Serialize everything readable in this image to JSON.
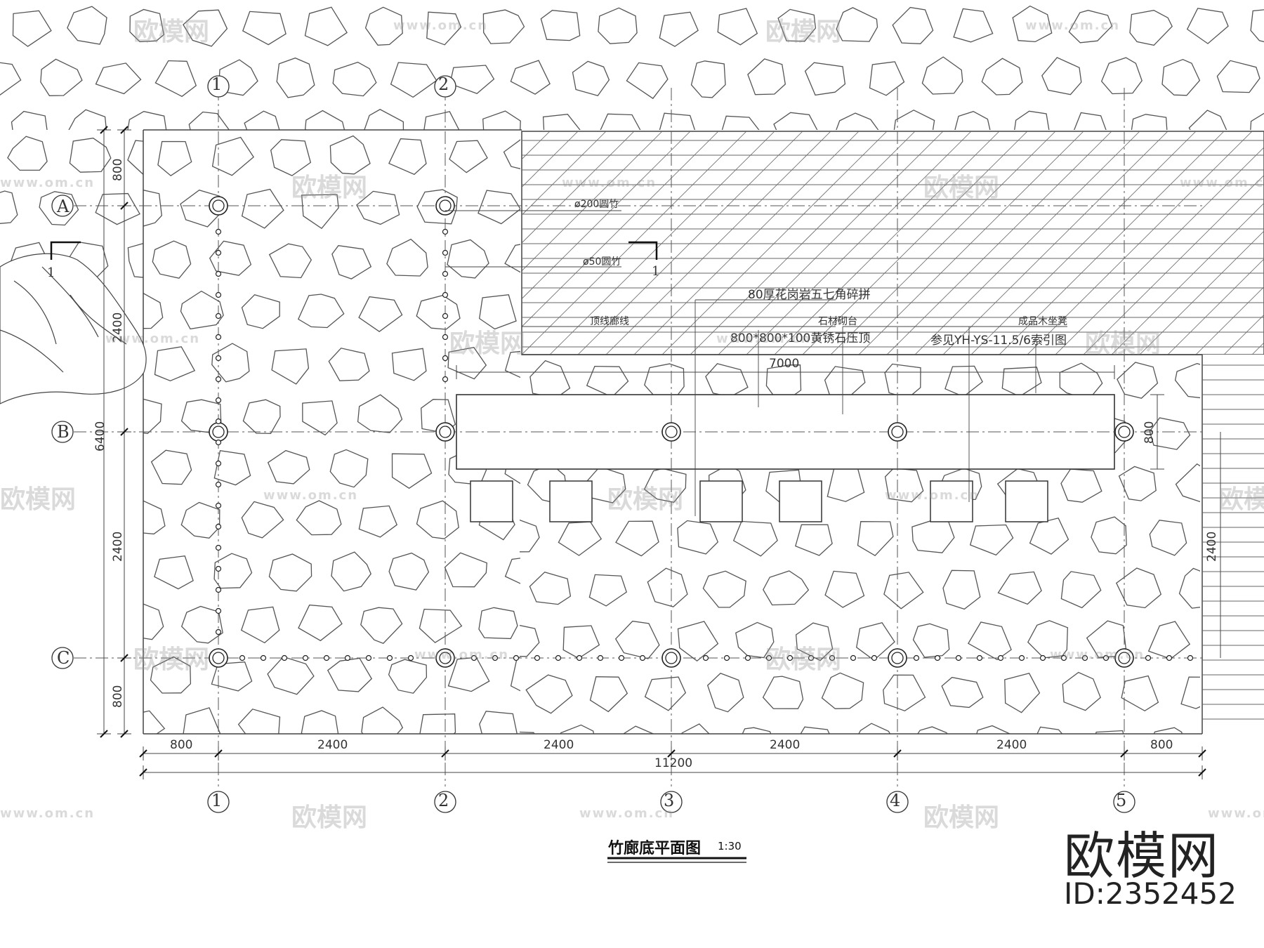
{
  "drawing": {
    "title": "竹廊底平面图",
    "scale": "1:30",
    "brand_name": "欧模网",
    "brand_id": "ID:2352452",
    "watermark_text": "欧模网",
    "watermark_url": "www.om.cn"
  },
  "dimensions": {
    "bottom_segments": [
      "800",
      "2400",
      "2400",
      "2400",
      "2400",
      "800"
    ],
    "bottom_total": "11200",
    "left_segments": [
      "800",
      "2400",
      "2400",
      "800"
    ],
    "left_total": "6400",
    "bench_length": "7000",
    "bench_width": "800",
    "right_segment": "2400"
  },
  "grid_axes": {
    "columns": [
      "1",
      "2",
      "3",
      "4",
      "5"
    ],
    "rows": [
      "A",
      "B",
      "C"
    ]
  },
  "section_marks": [
    "1",
    "1"
  ],
  "annotations": {
    "pole_200": "ø200圆竹",
    "pole_50": "ø50圆竹",
    "paving": "80厚花岗岩五七角碎拼",
    "top_line": "顶线廊线",
    "stone_platform": "石材砌台",
    "granite_top": "800*800*100黄锈石压顶",
    "wood_bench": "成品木坐凳",
    "reference": "参见YH-YS-11.5/6索引图"
  },
  "colors": {
    "line": "#4a4a4a",
    "ink": "#222222",
    "watermark": "#bbbbbb"
  }
}
